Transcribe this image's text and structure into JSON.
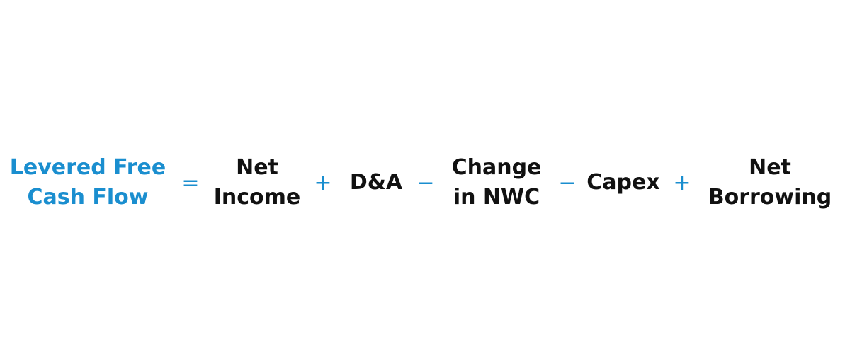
{
  "formula": {
    "result": {
      "line1": "Levered Free",
      "line2": "Cash Flow"
    },
    "equals": "=",
    "terms": [
      {
        "line1": "Net",
        "line2": "Income"
      },
      {
        "line1": "D&A"
      },
      {
        "line1": "Change",
        "line2": "in NWC"
      },
      {
        "line1": "Capex"
      },
      {
        "line1": "Net",
        "line2": "Borrowing"
      }
    ],
    "operators": [
      "+",
      "−",
      "−",
      "+"
    ]
  },
  "colors": {
    "accent": "#1a8ecf",
    "text": "#111111",
    "background": "#ffffff"
  }
}
